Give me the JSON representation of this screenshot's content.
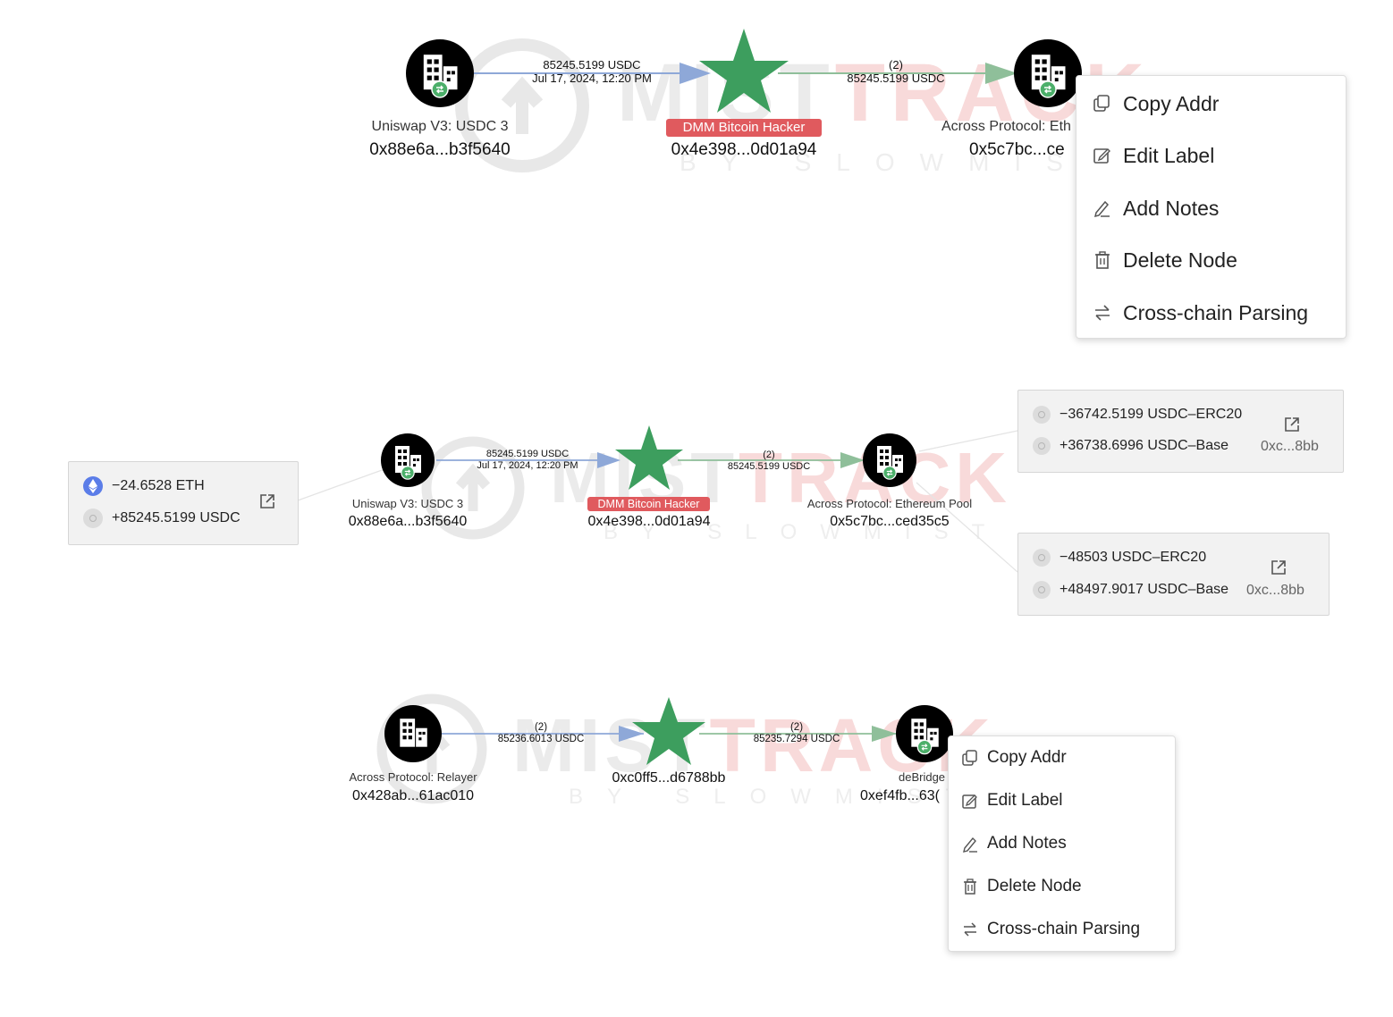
{
  "panel1": {
    "nodes": {
      "left": {
        "name": "Uniswap V3: USDC 3",
        "addr": "0x88e6a...b3f5640"
      },
      "center": {
        "tag": "DMM Bitcoin Hacker",
        "addr": "0x4e398...0d01a94"
      },
      "right": {
        "name": "Across Protocol: Eth",
        "addr": "0x5c7bc...ce"
      }
    },
    "edges": {
      "e1_line1": "85245.5199 USDC",
      "e1_line2": "Jul 17, 2024, 12:20 PM",
      "e2_line1": "(2)",
      "e2_line2": "85245.5199 USDC"
    },
    "menu": [
      "Copy Addr",
      "Edit Label",
      "Add Notes",
      "Delete Node",
      "Cross-chain Parsing"
    ]
  },
  "panel2": {
    "balance_box": {
      "row1": "−24.6528 ETH",
      "row2": "+85245.5199 USDC"
    },
    "nodes": {
      "left": {
        "name": "Uniswap V3: USDC 3",
        "addr": "0x88e6a...b3f5640"
      },
      "center": {
        "tag": "DMM Bitcoin Hacker",
        "addr": "0x4e398...0d01a94"
      },
      "right": {
        "name": "Across Protocol: Ethereum Pool",
        "addr": "0x5c7bc...ced35c5"
      }
    },
    "edges": {
      "e1_line1": "85245.5199 USDC",
      "e1_line2": "Jul 17, 2024, 12:20 PM",
      "e2_line1": "(2)",
      "e2_line2": "85245.5199 USDC"
    },
    "bridge_boxes": [
      {
        "row1": "−36742.5199 USDC–ERC20",
        "row2": "+36738.6996 USDC–Base",
        "addr": "0xc...8bb"
      },
      {
        "row1": "−48503 USDC–ERC20",
        "row2": "+48497.9017 USDC–Base",
        "addr": "0xc...8bb"
      }
    ]
  },
  "panel3": {
    "nodes": {
      "left": {
        "name": "Across Protocol: Relayer",
        "addr": "0x428ab...61ac010"
      },
      "center": {
        "addr": "0xc0ff5...d6788bb"
      },
      "right": {
        "name": "deBridge",
        "addr": "0xef4fb...63("
      }
    },
    "edges": {
      "e1_line1": "(2)",
      "e1_line2": "85236.6013 USDC",
      "e2_line1": "(2)",
      "e2_line2": "85235.7294 USDC"
    },
    "menu": [
      "Copy Addr",
      "Edit Label",
      "Add Notes",
      "Delete Node",
      "Cross-chain Parsing"
    ]
  },
  "watermark": {
    "brand_left": "MIST",
    "brand_right": "TRACK",
    "sub": "BY SLOWMIST"
  },
  "colors": {
    "star": "#3d9e5e",
    "hacker_tag": "#e05a5e",
    "edge_blue": "#8ea8d8",
    "edge_green": "#8fbf9a",
    "node": "#000000",
    "badge": "#4caf6a"
  },
  "icons": [
    "building-icon",
    "swap-badge-icon",
    "copy-icon",
    "edit-icon",
    "pen-icon",
    "trash-icon",
    "cross-chain-icon",
    "external-link-icon",
    "eth-icon",
    "usdc-coin-icon"
  ]
}
